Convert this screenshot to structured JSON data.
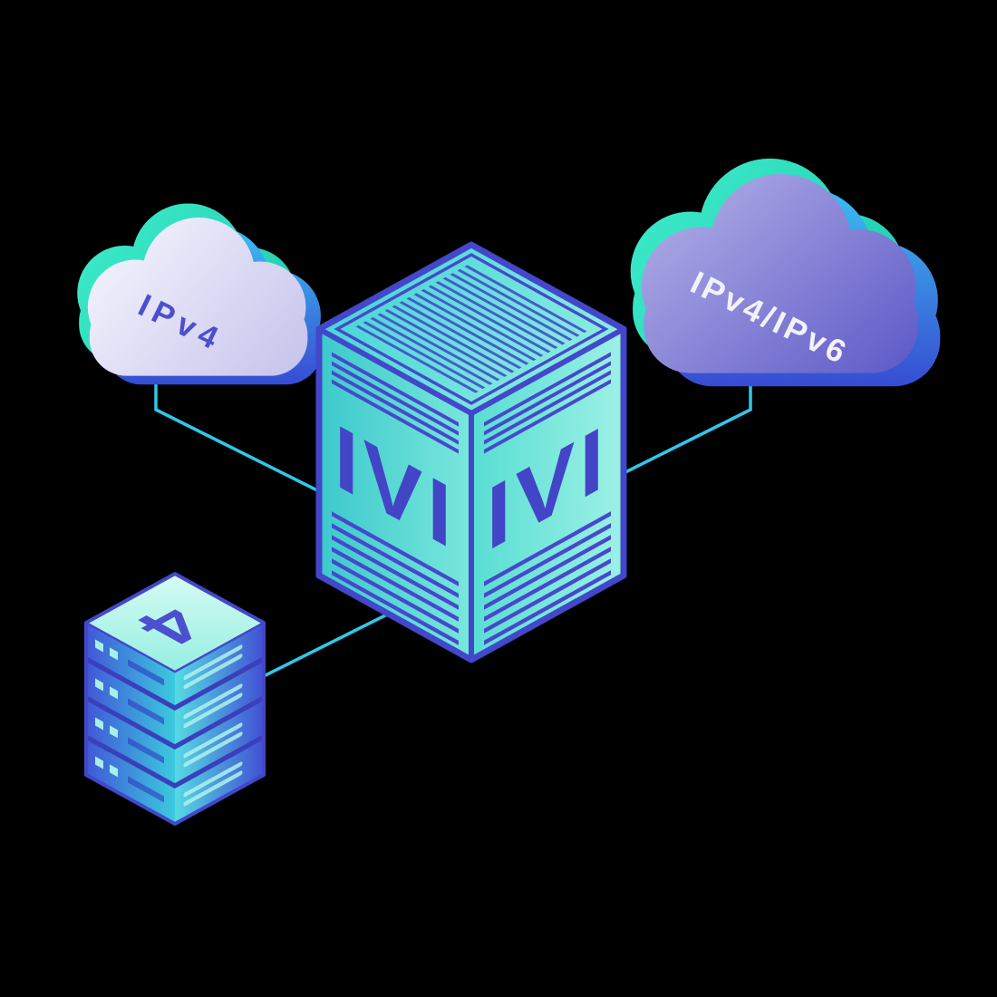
{
  "diagram": {
    "background_color": "#000000",
    "left_cloud": {
      "label": "IPv4",
      "label_color": "#4B4FD0",
      "body_color": "#DEDDF5",
      "accent_teal": "#2FE0C2",
      "accent_blue": "#3A6FE0"
    },
    "right_cloud": {
      "label": "IPv4/IPv6",
      "label_color": "#F2F2FC",
      "body_color": "#7572D2",
      "accent_teal": "#2FE0C2",
      "accent_blue": "#2F8FE8"
    },
    "translator_box": {
      "left_face_label": "IVI",
      "right_face_label": "IVI",
      "face_color": "#5BDFD5",
      "detail_color": "#4649CB"
    },
    "server_stack": {
      "top_label": "4",
      "face_color": "#44A9DA",
      "detail_color": "#4649CB"
    },
    "connector_color": "#31C7E8"
  }
}
